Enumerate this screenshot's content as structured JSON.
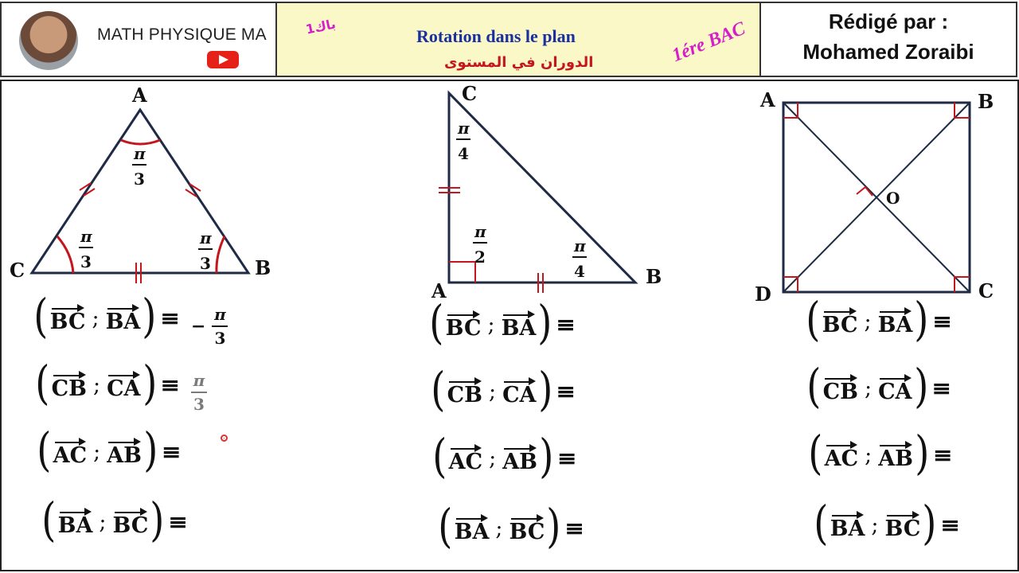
{
  "header": {
    "channel": "MATH PHYSIQUE MA",
    "title": "Rotation dans le plan",
    "title_ar": "الدوران في المستوى",
    "bak": "باك1",
    "level": "1ére BAC",
    "author_label": "Rédigé par :",
    "author_name": "Mohamed Zoraibi"
  },
  "figures": {
    "triangle_eq": {
      "A": "A",
      "B": "B",
      "C": "C",
      "pi": "π",
      "den": "3"
    },
    "triangle_right": {
      "A": "A",
      "B": "B",
      "C": "C",
      "pi": "π",
      "den_c": "4",
      "den_a": "2",
      "den_b": "4"
    },
    "square": {
      "A": "A",
      "B": "B",
      "C": "C",
      "D": "D",
      "O": "O"
    }
  },
  "rows": [
    {
      "left": [
        "BC",
        "BA"
      ]
    },
    {
      "left": [
        "CB",
        "CA"
      ]
    },
    {
      "left": [
        "AC",
        "AB"
      ]
    },
    {
      "left": [
        "BA",
        "BC"
      ]
    }
  ],
  "answers": {
    "r1": {
      "sign": "−",
      "num": "π",
      "den": "3"
    },
    "r2": {
      "num": "π",
      "den": "3"
    }
  },
  "colors": {
    "red": "#c4161c",
    "navy": "#1f2a44",
    "title_blue": "#1a2fa0",
    "magenta": "#d61ec8"
  }
}
